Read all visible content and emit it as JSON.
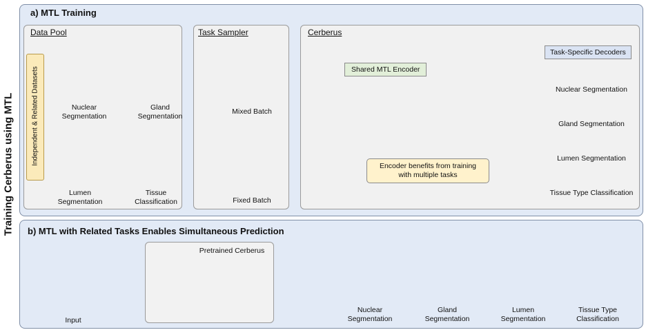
{
  "side_title": "Training Cerberus using MTL",
  "panel_a": {
    "title": "a) MTL Training",
    "data_pool": {
      "title": "Data Pool",
      "side_tag": "Independent & Related Datasets",
      "items": [
        "Nuclear\nSegmentation",
        "Gland\nSegmentation",
        "Lumen\nSegmentation",
        "Tissue\nClassification"
      ]
    },
    "task_sampler": {
      "title": "Task Sampler",
      "mixed": "Mixed Batch",
      "fixed": "Fixed Batch"
    },
    "cerberus": {
      "title": "Cerberus",
      "encoder": "Shared MTL Encoder",
      "decoders": "Task-Specific Decoders",
      "note": "Encoder benefits from training\nwith multiple tasks",
      "heads": [
        "Nuclear Segmentation",
        "Gland Segmentation",
        "Lumen Segmentation",
        "Tissue Type Classification"
      ]
    }
  },
  "panel_b": {
    "title": "b) MTL with Related Tasks Enables Simultaneous Prediction",
    "input": "Input",
    "model": "Pretrained Cerberus",
    "outputs": [
      "Nuclear\nSegmentation",
      "Gland\nSegmentation",
      "Lumen\nSegmentation",
      "Tissue Type\nClassification"
    ]
  },
  "colors": {
    "panel": "#e2eaf6",
    "encoder": "#a8d08d",
    "decoder": "#8faadc",
    "note": "#fff2cc",
    "tissue_purple": "#8e5aa8",
    "tissue_pink": "#e6b3d6"
  }
}
